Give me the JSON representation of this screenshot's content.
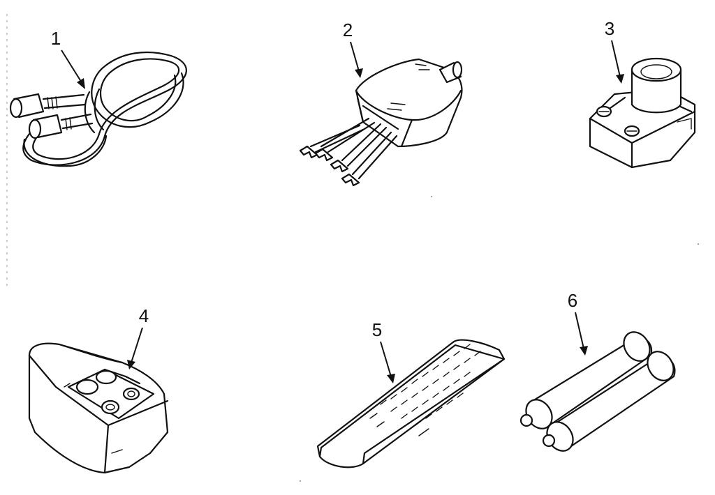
{
  "parts": [
    {
      "number": "1",
      "icon": "coaxial-cable-icon"
    },
    {
      "number": "2",
      "icon": "matching-transformer-icon"
    },
    {
      "number": "3",
      "icon": "antenna-adapter-icon"
    },
    {
      "number": "4",
      "icon": "splitter-box-icon"
    },
    {
      "number": "5",
      "icon": "remote-control-icon"
    },
    {
      "number": "6",
      "icon": "batteries-icon"
    }
  ]
}
